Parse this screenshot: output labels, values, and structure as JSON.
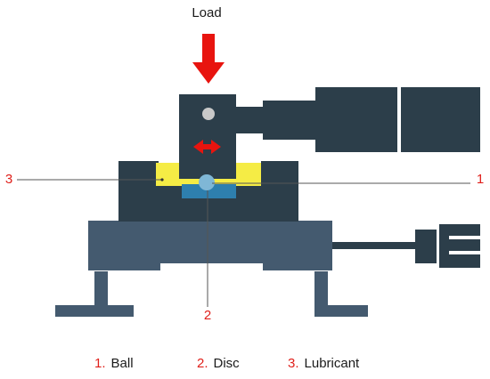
{
  "diagram": {
    "load_label": "Load",
    "callouts": {
      "ball": "1",
      "disc": "2",
      "lubricant": "3"
    },
    "legend": [
      {
        "number": "1.",
        "label": "Ball"
      },
      {
        "number": "2.",
        "label": "Disc"
      },
      {
        "number": "3.",
        "label": "Lubricant"
      }
    ],
    "colors": {
      "machine_dark": "#2c3e4a",
      "base_block": "#445a6f",
      "lubricant": "#f5ec45",
      "disc": "#2e7fae",
      "ball": "#7fb7d6",
      "pivot": "#c9c9c9",
      "arrow_red": "#e8140f",
      "callout_red": "#e0201b"
    }
  }
}
